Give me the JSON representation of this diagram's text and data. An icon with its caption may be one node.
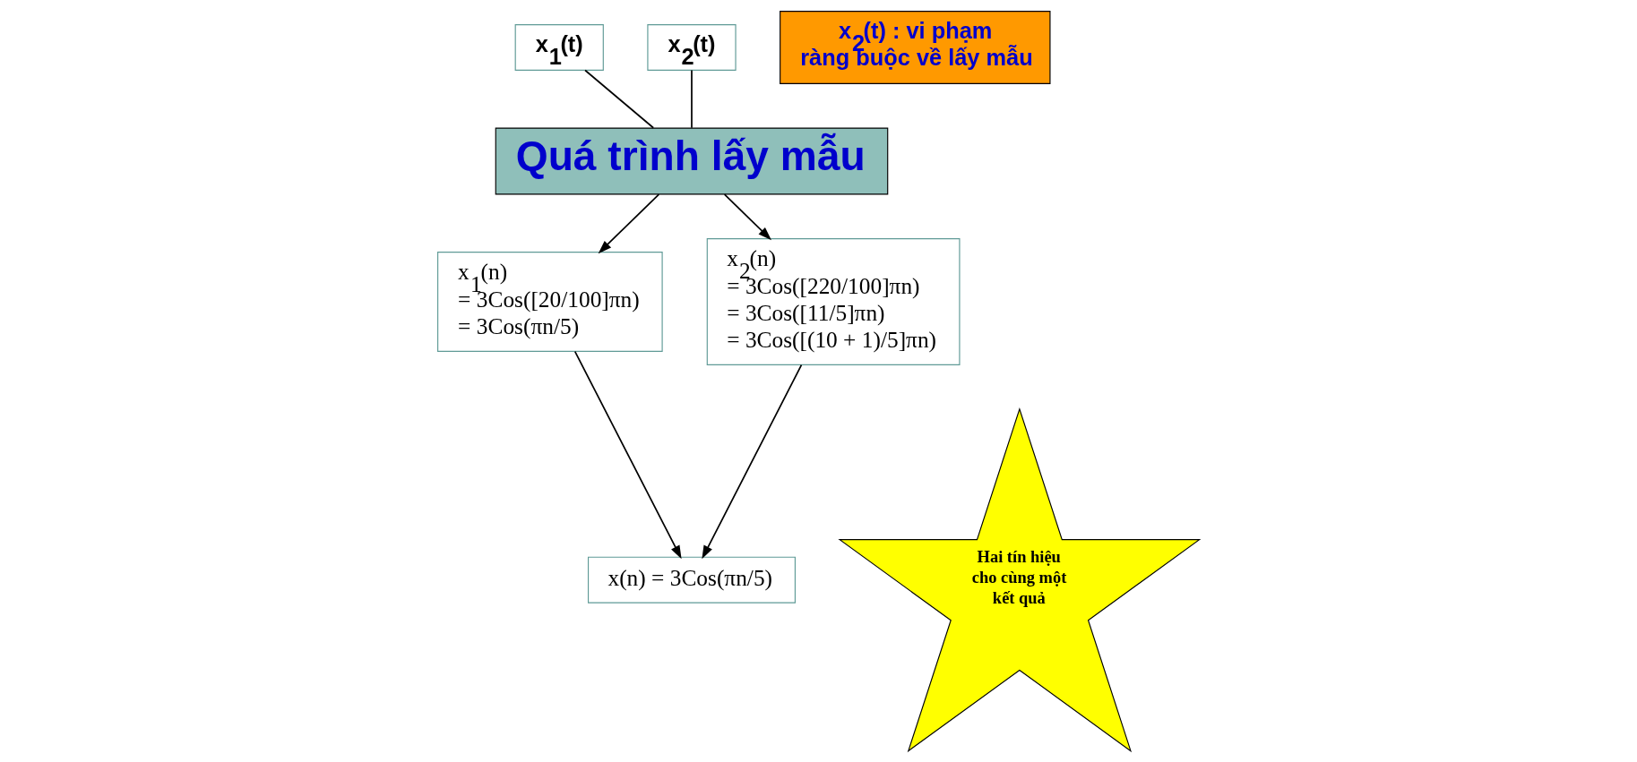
{
  "diagram": {
    "nodes": [
      {
        "text": [
          "x$_{1}$(t)"
        ]
      },
      {
        "text": [
          "x$_{2}$(t)"
        ]
      },
      {
        "text": [
          "Quá trình lấy mẫu"
        ]
      },
      {
        "text": [
          "x$_{2}$(t) : vi phạm ràng buộc về lấy mẫu"
        ]
      },
      {
        "text": [
          "x$_{1}$(n)",
          "= 3Cos([20/100]πn)",
          "= 3Cos(πn/5)"
        ]
      },
      {
        "text": [
          "x$_{2}$(n)",
          "= 3Cos([220/100]πn)",
          "= 3Cos([11/5]πn)",
          "= 3Cos([(10 + 1)/5]πn)"
        ]
      },
      {
        "text": [
          "x(n) = 3Cos(πn/5)"
        ]
      },
      {
        "text": [
          "Hai tín hiệu cho cùng một kết quả"
        ]
      }
    ],
    "edges": [
      {
        "from": 0,
        "to": 2,
        "arrow": "none"
      },
      {
        "from": 1,
        "to": 2,
        "arrow": "none"
      },
      {
        "from": 2,
        "to": 4,
        "arrow": "to"
      },
      {
        "from": 2,
        "to": 5,
        "arrow": "to"
      },
      {
        "from": 4,
        "to": 6,
        "arrow": "to"
      },
      {
        "from": 5,
        "to": 6,
        "arrow": "to"
      }
    ]
  }
}
